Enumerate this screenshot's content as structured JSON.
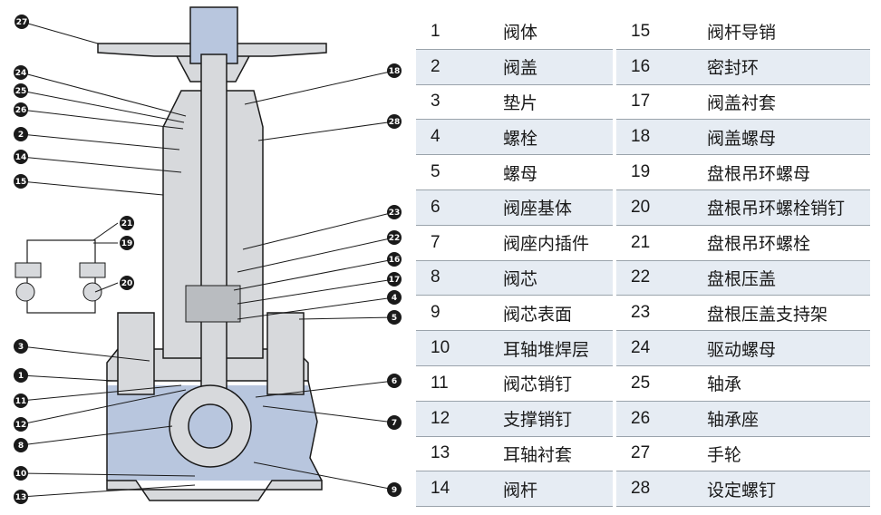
{
  "parts_left": [
    {
      "num": "1",
      "name": "阀体"
    },
    {
      "num": "2",
      "name": "阀盖"
    },
    {
      "num": "3",
      "name": "垫片"
    },
    {
      "num": "4",
      "name": "螺栓"
    },
    {
      "num": "5",
      "name": "螺母"
    },
    {
      "num": "6",
      "name": "阀座基体"
    },
    {
      "num": "7",
      "name": "阀座内插件"
    },
    {
      "num": "8",
      "name": "阀芯"
    },
    {
      "num": "9",
      "name": "阀芯表面"
    },
    {
      "num": "10",
      "name": "耳轴堆焊层"
    },
    {
      "num": "11",
      "name": "阀芯销钉"
    },
    {
      "num": "12",
      "name": "支撑销钉"
    },
    {
      "num": "13",
      "name": "耳轴衬套"
    },
    {
      "num": "14",
      "name": "阀杆"
    }
  ],
  "parts_right": [
    {
      "num": "15",
      "name": "阀杆导销"
    },
    {
      "num": "16",
      "name": "密封环"
    },
    {
      "num": "17",
      "name": "阀盖衬套"
    },
    {
      "num": "18",
      "name": "阀盖螺母"
    },
    {
      "num": "19",
      "name": "盘根吊环螺母"
    },
    {
      "num": "20",
      "name": "盘根吊环螺栓销钉"
    },
    {
      "num": "21",
      "name": "盘根吊环螺栓"
    },
    {
      "num": "22",
      "name": "盘根压盖"
    },
    {
      "num": "23",
      "name": "盘根压盖支持架"
    },
    {
      "num": "24",
      "name": "驱动螺母"
    },
    {
      "num": "25",
      "name": "轴承"
    },
    {
      "num": "26",
      "name": "轴承座"
    },
    {
      "num": "27",
      "name": "手轮"
    },
    {
      "num": "28",
      "name": "设定螺钉"
    }
  ],
  "callouts": [
    "27",
    "24",
    "25",
    "26",
    "2",
    "14",
    "15",
    "21",
    "19",
    "20",
    "3",
    "1",
    "11",
    "12",
    "8",
    "10",
    "13",
    "18",
    "28",
    "23",
    "22",
    "16",
    "17",
    "4",
    "5",
    "6",
    "7",
    "9"
  ],
  "colors": {
    "metal": "#d7d9dc",
    "fluid": "#b8c6de",
    "outline": "#1a1a1a",
    "callout": "#1a1a1a",
    "row_shade": "#e6ecf3"
  }
}
